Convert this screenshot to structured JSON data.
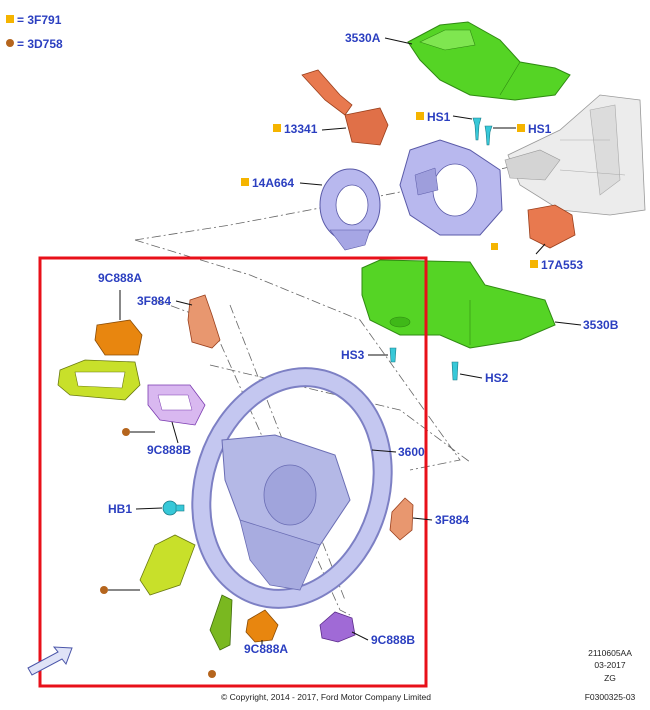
{
  "legend": [
    {
      "symbol": "square",
      "color": "#f5b400",
      "text": "= 3F791"
    },
    {
      "symbol": "circle",
      "color": "#b5651d",
      "text": "= 3D758"
    }
  ],
  "labels": {
    "shroud_upper": "3530A",
    "shroud_lower": "3530B",
    "multifunction_switch": "13341",
    "clockspring": "14A664",
    "hs1_left": "HS1",
    "hs1_right": "HS1",
    "sensor": "17A553",
    "switch_right_upper": "9C888A",
    "trim_left": "3F884",
    "switch_left_lower": "9C888B",
    "steering_wheel": "3600",
    "hb1": "HB1",
    "trim_right": "3F884",
    "switch_right_lower": "9C888B",
    "switch_bottom": "9C888A",
    "hs3": "HS3",
    "hs2": "HS2"
  },
  "colors": {
    "highlight_box": "#e8101a",
    "label": "#2b3fc0",
    "shroud": "#55d425",
    "trim_yellow": "#c8e02a",
    "steering_wheel": "#b4b8e6",
    "copper": "#e8794f",
    "orange": "#e8860f",
    "purple": "#a06ad6",
    "cyan": "#37c8d8"
  },
  "doc_info": {
    "code": "2110605AA",
    "date": "03-2017",
    "zg": "ZG",
    "ref": "F0300325-03"
  },
  "copyright": "© Copyright, 2014 - 2017, Ford Motor Company Limited",
  "icons": [
    "arrow-icon"
  ]
}
